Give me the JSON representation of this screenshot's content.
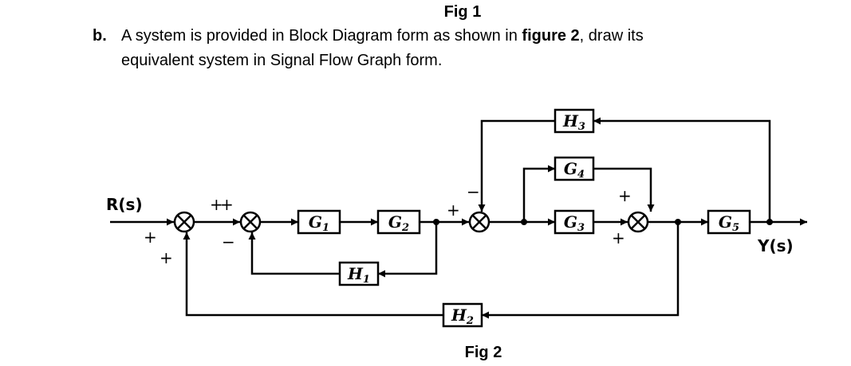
{
  "text": {
    "fig_top": "Fig 1",
    "question_letter": "b.",
    "question_line1_a": "A system is provided in Block Diagram form as shown in ",
    "question_line1_bold": "figure 2",
    "question_line1_b": ", draw its",
    "question_line2": "equivalent system in Signal Flow Graph form.",
    "fig_bottom": "Fig 2"
  },
  "diagram": {
    "input_label": "R(s)",
    "output_label": "Y(s)",
    "blocks": {
      "G1": {
        "base": "G",
        "sub": "1"
      },
      "G2": {
        "base": "G",
        "sub": "2"
      },
      "G3": {
        "base": "G",
        "sub": "3"
      },
      "G4": {
        "base": "G",
        "sub": "4"
      },
      "G5": {
        "base": "G",
        "sub": "5"
      },
      "H1": {
        "base": "H",
        "sub": "1"
      },
      "H2": {
        "base": "H",
        "sub": "2"
      },
      "H3": {
        "base": "H",
        "sub": "3"
      }
    },
    "signs": {
      "s1_top": "+",
      "s1_bottom_a": "+",
      "s1_bottom_b": "+",
      "s2_top": "+",
      "s2_bottom": "−",
      "s3_left": "+",
      "s3_top": "−",
      "s4_top": "+",
      "s4_bottom": "+"
    }
  }
}
